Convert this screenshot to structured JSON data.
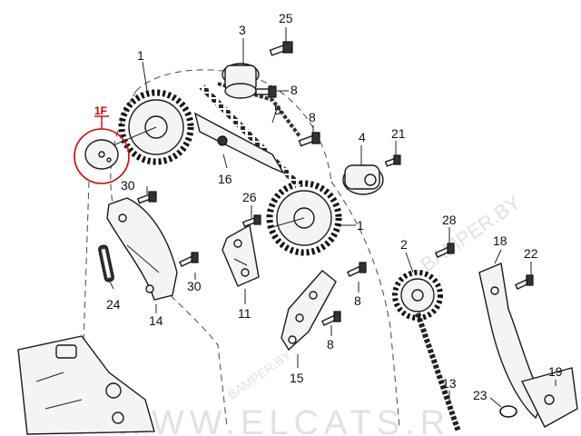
{
  "callouts": {
    "c25": "25",
    "c3": "3",
    "c1_top": "1",
    "c8_top": "8",
    "c5": "5",
    "c8_mid": "8",
    "c4": "4",
    "c21": "21",
    "c16": "16",
    "c30_top": "30",
    "c26": "26",
    "c1_mid": "1",
    "c28": "28",
    "c2": "2",
    "c18": "18",
    "c22": "22",
    "c30_bottom": "30",
    "c24": "24",
    "c14": "14",
    "c11": "11",
    "c8_right": "8",
    "c8_bottom": "8",
    "c15": "15",
    "c13": "13",
    "c23": "23",
    "c19": "19"
  },
  "marker": {
    "label": "1F"
  },
  "watermarks": {
    "diagonal": "BAMPER.BY",
    "diagonal_small": "BAMPER.BY",
    "bottom": "WWW.ELCATS.R"
  },
  "colors": {
    "highlight": "#d40000"
  }
}
